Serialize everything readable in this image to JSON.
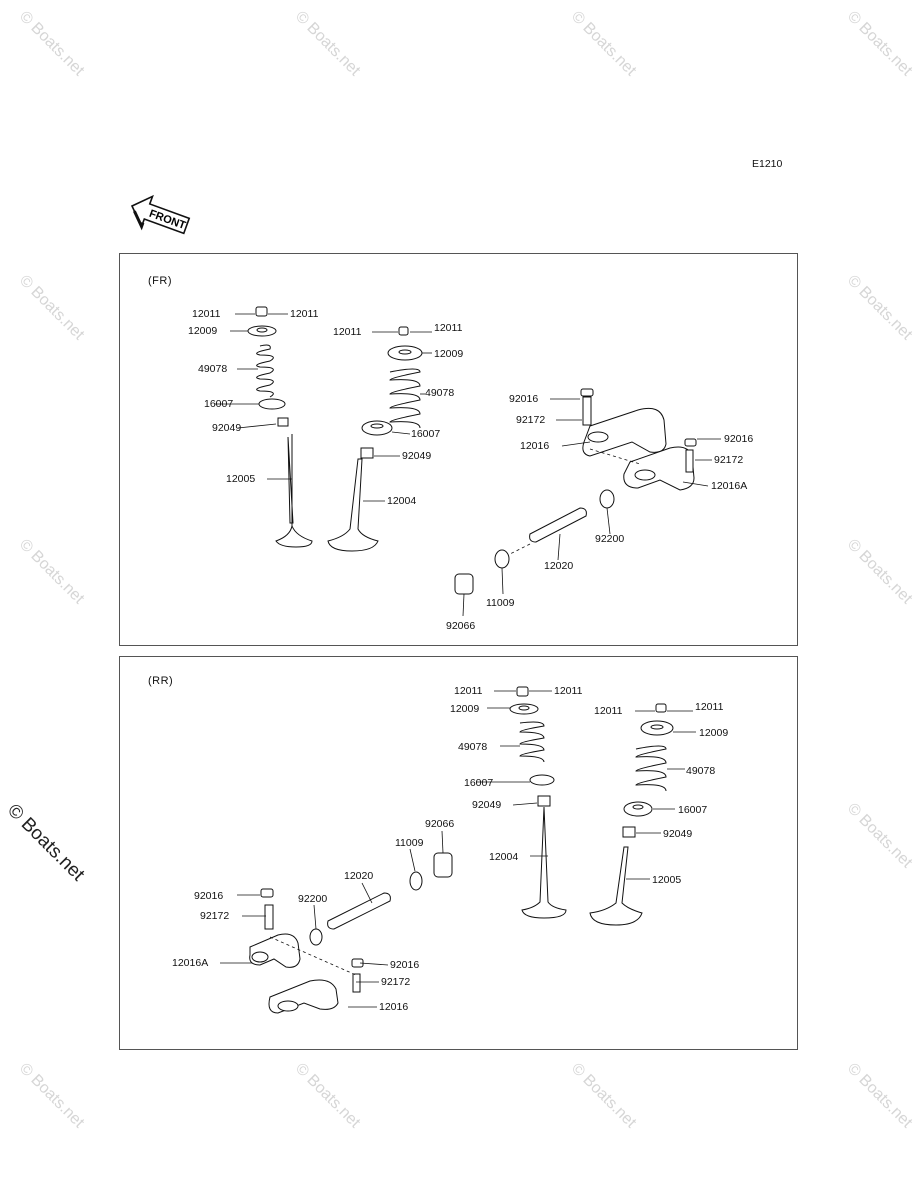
{
  "diagram_code": "E1210",
  "front_label": "FRONT",
  "watermark": "© Boats.net",
  "fr": {
    "title": "(FR)",
    "labels": {
      "a12011l": "12011",
      "a12011r": "12011",
      "a12009": "12009",
      "a49078": "49078",
      "a16007": "16007",
      "a92049": "92049",
      "a12005": "12005",
      "b12011l": "12011",
      "b12011r": "12011",
      "b12009": "12009",
      "b49078": "49078",
      "b16007": "16007",
      "b92049": "92049",
      "b12004": "12004",
      "c92016a": "92016",
      "c92172a": "92172",
      "c12016": "12016",
      "c92016b": "92016",
      "c92172b": "92172",
      "c12016A": "12016A",
      "c92200": "92200",
      "c12020": "12020",
      "c11009": "11009",
      "c92066": "92066"
    }
  },
  "rr": {
    "title": "(RR)",
    "labels": {
      "a12011l": "12011",
      "a12011r": "12011",
      "a12009": "12009",
      "a49078": "49078",
      "a16007": "16007",
      "a92049": "92049",
      "a12004": "12004",
      "b12011l": "12011",
      "b12011r": "12011",
      "b12009": "12009",
      "b49078": "49078",
      "b16007": "16007",
      "b92049": "92049",
      "b12005": "12005",
      "c92066": "92066",
      "c11009": "11009",
      "c12020": "12020",
      "c92200": "92200",
      "c92016a": "92016",
      "c92172a": "92172",
      "c12016A": "12016A",
      "c92016b": "92016",
      "c92172b": "92172",
      "c12016": "12016"
    }
  }
}
